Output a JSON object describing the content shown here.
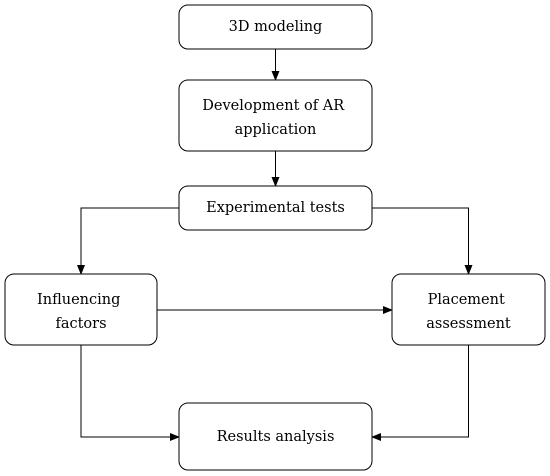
{
  "diagram": {
    "type": "flowchart",
    "nodes": [
      {
        "id": "modeling",
        "lines": [
          "3D modeling"
        ]
      },
      {
        "id": "development",
        "lines": [
          "Development of AR",
          "application"
        ]
      },
      {
        "id": "tests",
        "lines": [
          "Experimental tests"
        ]
      },
      {
        "id": "factors",
        "lines": [
          "Influencing",
          "factors"
        ]
      },
      {
        "id": "placement",
        "lines": [
          "Placement",
          "assessment"
        ]
      },
      {
        "id": "results",
        "lines": [
          "Results analysis"
        ]
      }
    ],
    "edges": [
      {
        "from": "modeling",
        "to": "development"
      },
      {
        "from": "development",
        "to": "tests"
      },
      {
        "from": "tests",
        "to": "factors"
      },
      {
        "from": "tests",
        "to": "placement"
      },
      {
        "from": "factors",
        "to": "placement"
      },
      {
        "from": "factors",
        "to": "results"
      },
      {
        "from": "placement",
        "to": "results"
      }
    ]
  }
}
